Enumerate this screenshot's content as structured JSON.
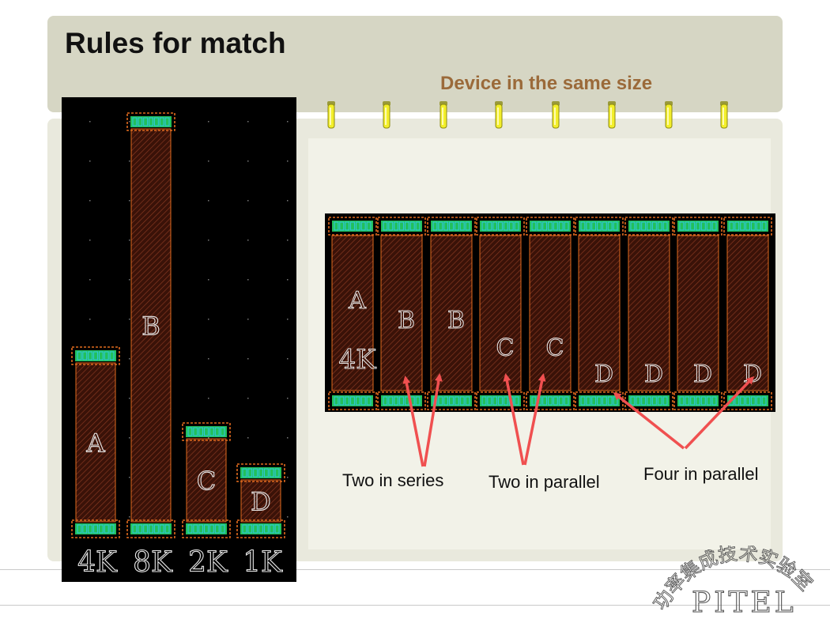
{
  "title": "Rules for match",
  "subtitle": "Device in the same size",
  "left_layout": {
    "devices": [
      {
        "letter": "A",
        "value": "4K"
      },
      {
        "letter": "B",
        "value": "8K"
      },
      {
        "letter": "C",
        "value": "2K"
      },
      {
        "letter": "D",
        "value": "1K"
      }
    ]
  },
  "right_layout": {
    "devices": [
      {
        "letter": "A",
        "value": "4K"
      },
      {
        "letter": "B"
      },
      {
        "letter": "B"
      },
      {
        "letter": "C"
      },
      {
        "letter": "C"
      },
      {
        "letter": "D"
      },
      {
        "letter": "D"
      },
      {
        "letter": "D"
      },
      {
        "letter": "D"
      }
    ]
  },
  "annotations": {
    "series": "Two in series",
    "parallel_two": "Two in parallel",
    "parallel_four": "Four in parallel"
  },
  "logo": {
    "chinese": "功率集成技术实验室",
    "name": "PITEL"
  },
  "colors": {
    "resistor_fill": "#3a1208",
    "hatch": "#8a3a22",
    "contact_green": "#22c05a",
    "contact_cyan": "#30c8e0",
    "outline_orange": "#e06a1e",
    "arrow_red": "#f05050",
    "subtitle_brown": "#9b6a3a"
  }
}
